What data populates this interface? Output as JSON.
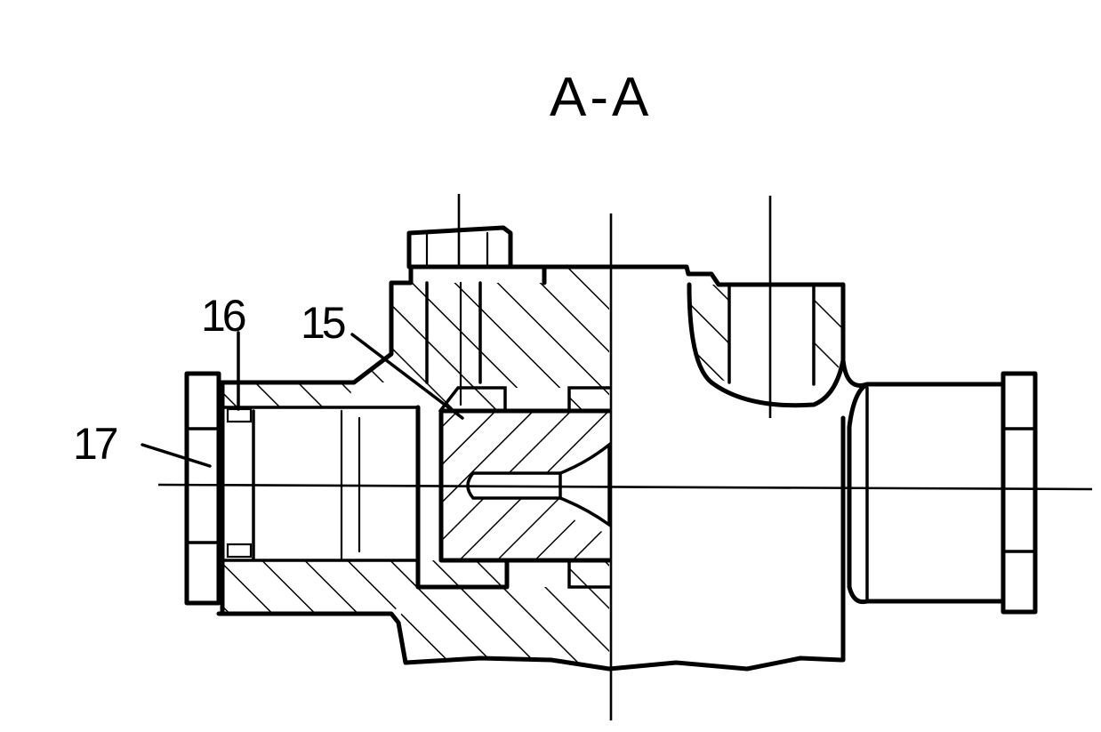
{
  "title": "A-A",
  "labels": {
    "part_15": "15",
    "part_16": "16",
    "part_17": "17"
  },
  "colors": {
    "ink": "#000000",
    "paper": "#ffffff"
  }
}
